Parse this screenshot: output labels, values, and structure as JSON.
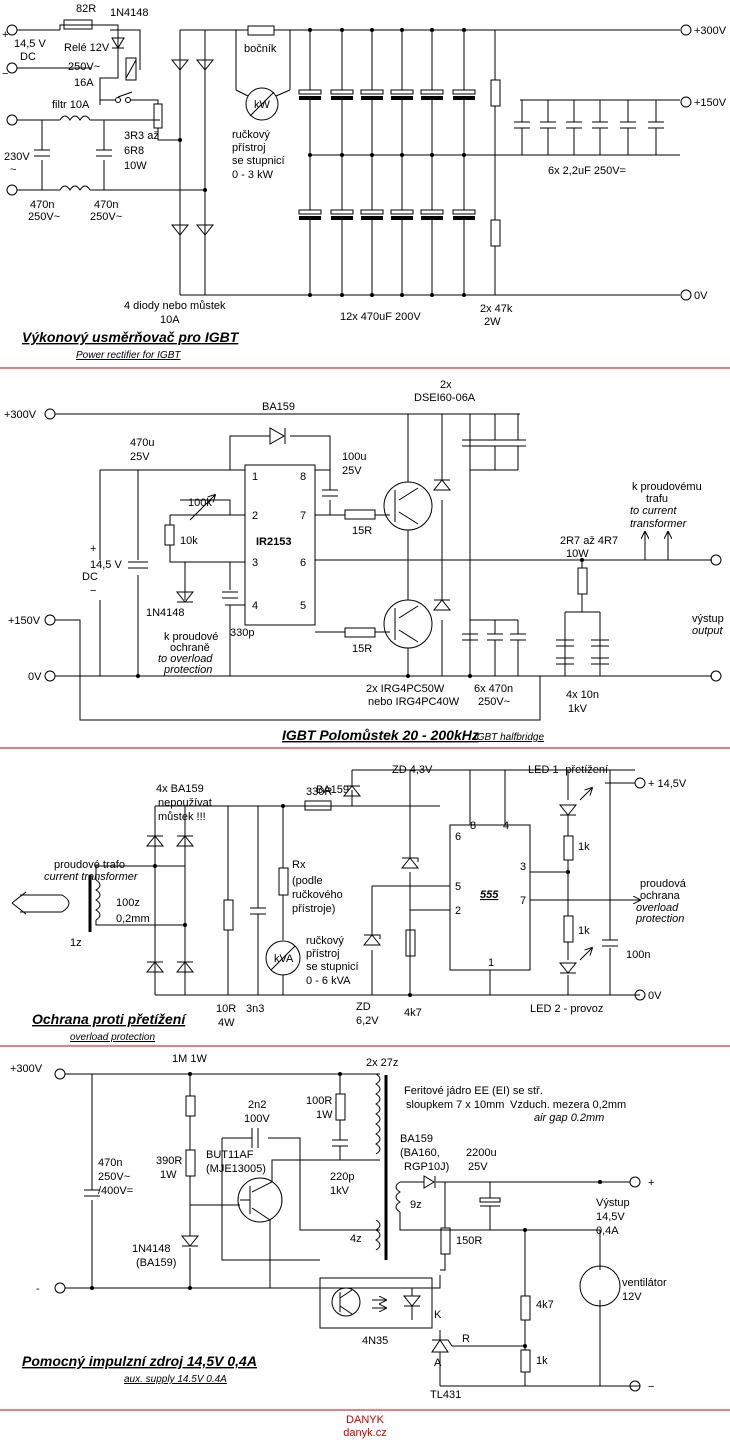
{
  "colors": {
    "separator": "#d00000",
    "ink": "#000000",
    "footer": "#d00000"
  },
  "s1": {
    "r82": "82R",
    "d1n4148": "1N4148",
    "v145": "14,5 V",
    "dc": "DC",
    "plus": "+",
    "minus": "−",
    "rele": "Relé 12V",
    "rele_v": "250V~",
    "rele_a": "16A",
    "filtr": "filtr 10A",
    "r3r3": "3R3 až",
    "r6r8": "6R8",
    "r10w": "10W",
    "v230": "230V",
    "tilde": "~",
    "c470n_a": "470n",
    "c250_a": "250V~",
    "c470n_b": "470n",
    "c250_b": "250V~",
    "bocnik": "bočník",
    "kw": "kW",
    "meter1": "ručkový",
    "meter2": "přístroj",
    "meter3": "se stupnicí",
    "meter4": "0 - 3 kW",
    "diody1": "4 diody nebo můstek",
    "diody2": "10A",
    "caps": "12x 470uF 200V",
    "res1": "2x 47k",
    "res2": "2W",
    "small_caps": "6x 2,2uF 250V=",
    "out300": "+300V",
    "out150": "+150V",
    "out0": "0V",
    "title": "Výkonový usměrňovač pro IGBT",
    "subtitle": "Power rectifier for IGBT"
  },
  "s2": {
    "in300": "+300V",
    "in150": "+150V",
    "in0": "0V",
    "ba159": "BA159",
    "dse1": "2x",
    "dse2": "DSEI60-06A",
    "c470u": "470u",
    "c25v": "25V",
    "c100u": "100u",
    "c100u_v": "25V",
    "v145": "14,5 V",
    "dc": "DC",
    "plus": "+",
    "minus": "−",
    "p100k": "100k",
    "r10k": "10k",
    "ic": "IR2153",
    "pin1": "1",
    "pin2": "2",
    "pin3": "3",
    "pin4": "4",
    "pin5": "5",
    "pin6": "6",
    "pin7": "7",
    "pin8": "8",
    "r15a": "15R",
    "r15b": "15R",
    "d1n4148": "1N4148",
    "c330p": "330p",
    "kprot1": "k proudové",
    "kprot2": "ochraně",
    "kprot_en1": "to overload",
    "kprot_en2": "protection",
    "igbt1": "2x IRG4PC50W",
    "igbt2": "nebo IRG4PC40W",
    "c470n1": "6x 470n",
    "c470n2": "250V~",
    "rsn1": "2R7 až 4R7",
    "rsn2": "10W",
    "c10n1": "4x 10n",
    "c10n2": "1kV",
    "ktrafo1": "k proudovému",
    "ktrafo2": "trafu",
    "ktrafo_en1": "to current",
    "ktrafo_en2": "transformer",
    "vystup": "výstup",
    "output": "output",
    "title": "IGBT Polomůstek 20 - 200kHz",
    "subtitle": "IGBT halfbridge"
  },
  "s3": {
    "diodes1": "4x BA159",
    "diodes2": "nepoužívat",
    "diodes3": "můstek !!!",
    "ba159": "BA159",
    "zd43": "ZD 4,3V",
    "led1": "LED 1 -přetížení",
    "out145": "+ 14,5V",
    "r330": "330R",
    "trafo1": "proudové trafo",
    "trafo2": "current transformer",
    "t100z": "100z",
    "t02": "0,2mm",
    "t1z": "1z",
    "rx1": "Rx",
    "rx2": "(podle",
    "rx3": "ručkového",
    "rx4": "přístroje)",
    "kva": "kVA",
    "meter1": "ručkový",
    "meter2": "přístroj",
    "meter3": "se stupnicí",
    "meter4": "0 - 6 kVA",
    "r10r": "10R",
    "r4w": "4W",
    "c3n3": "3n3",
    "zd62a": "ZD",
    "zd62b": "6,2V",
    "r4k7": "4k7",
    "ic": "555",
    "p8": "8",
    "p4": "4",
    "p6": "6",
    "p5": "5",
    "p2": "2",
    "p3": "3",
    "p7": "7",
    "p1": "1",
    "r1k_a": "1k",
    "r1k_b": "1k",
    "c100n": "100n",
    "prot1": "proudová",
    "prot2": "ochrana",
    "prot_en1": "overload",
    "prot_en2": "protection",
    "led2": "LED 2 - provoz",
    "out0": "0V",
    "title": "Ochrana proti přetížení",
    "subtitle": "overload protection"
  },
  "s4": {
    "in300": "+300V",
    "minus": "-",
    "r1m": "1M 1W",
    "c2n2a": "2n2",
    "c2n2b": "100V",
    "r100a": "100R",
    "r100b": "1W",
    "t27z": "2x 27z",
    "ferit1": "Feritové jádro EE (EI) se stř.",
    "ferit2": "sloupkem 7 x 10mm",
    "gap1": "Vzduch. mezera 0,2mm",
    "gap2": "air gap 0.2mm",
    "c470n1": "470n",
    "c470n2": "250V~",
    "c470n3": "/400V=",
    "r390a": "390R",
    "r390b": "1W",
    "q1a": "BUT11AF",
    "q1b": "(MJE13005)",
    "c220a": "220p",
    "c220b": "1kV",
    "d4148a": "1N4148",
    "d4148b": "(BA159)",
    "ba159a": "BA159",
    "ba159b": "(BA160,",
    "ba159c": "RGP10J)",
    "c2200a": "2200u",
    "c2200b": "25V",
    "w9z": "9z",
    "w4z": "4z",
    "r150": "150R",
    "r4k7": "4k7",
    "r1k": "1k",
    "opto": "4N35",
    "tl": "TL431",
    "k": "K",
    "r": "R",
    "a": "A",
    "vyst1": "Výstup",
    "vyst2": "14,5V",
    "vyst3": "0,4A",
    "vent1": "ventilátor",
    "vent2": "12V",
    "plus": "+",
    "minus2": "−",
    "title": "Pomocný impulzní zdroj 14,5V 0,4A",
    "subtitle": "aux. supply 14.5V 0.4A"
  },
  "footer": {
    "name": "DANYK",
    "url": "danyk.cz"
  }
}
